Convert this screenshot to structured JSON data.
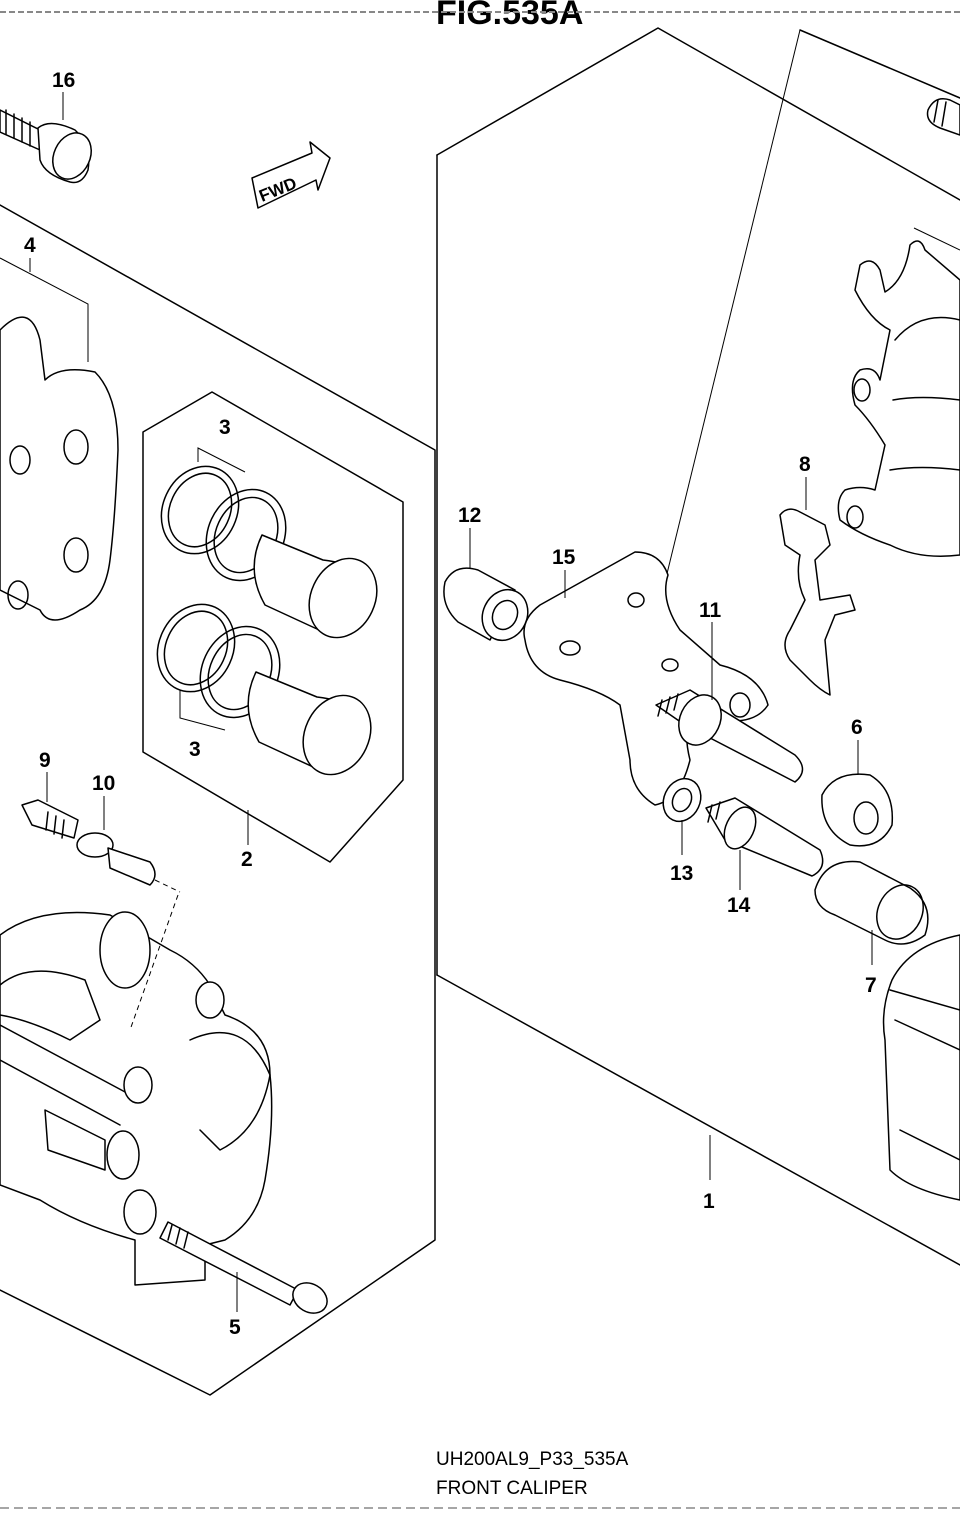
{
  "header": {
    "title_fragment": "FIG.535A"
  },
  "fwd_label": "FWD",
  "callouts": [
    "16",
    "4",
    "3",
    "3",
    "2",
    "9",
    "10",
    "5",
    "12",
    "15",
    "8",
    "11",
    "6",
    "13",
    "14",
    "7",
    "1"
  ],
  "footer": {
    "code": "UH200AL9_P33_535A",
    "caption": "FRONT CALIPER"
  }
}
